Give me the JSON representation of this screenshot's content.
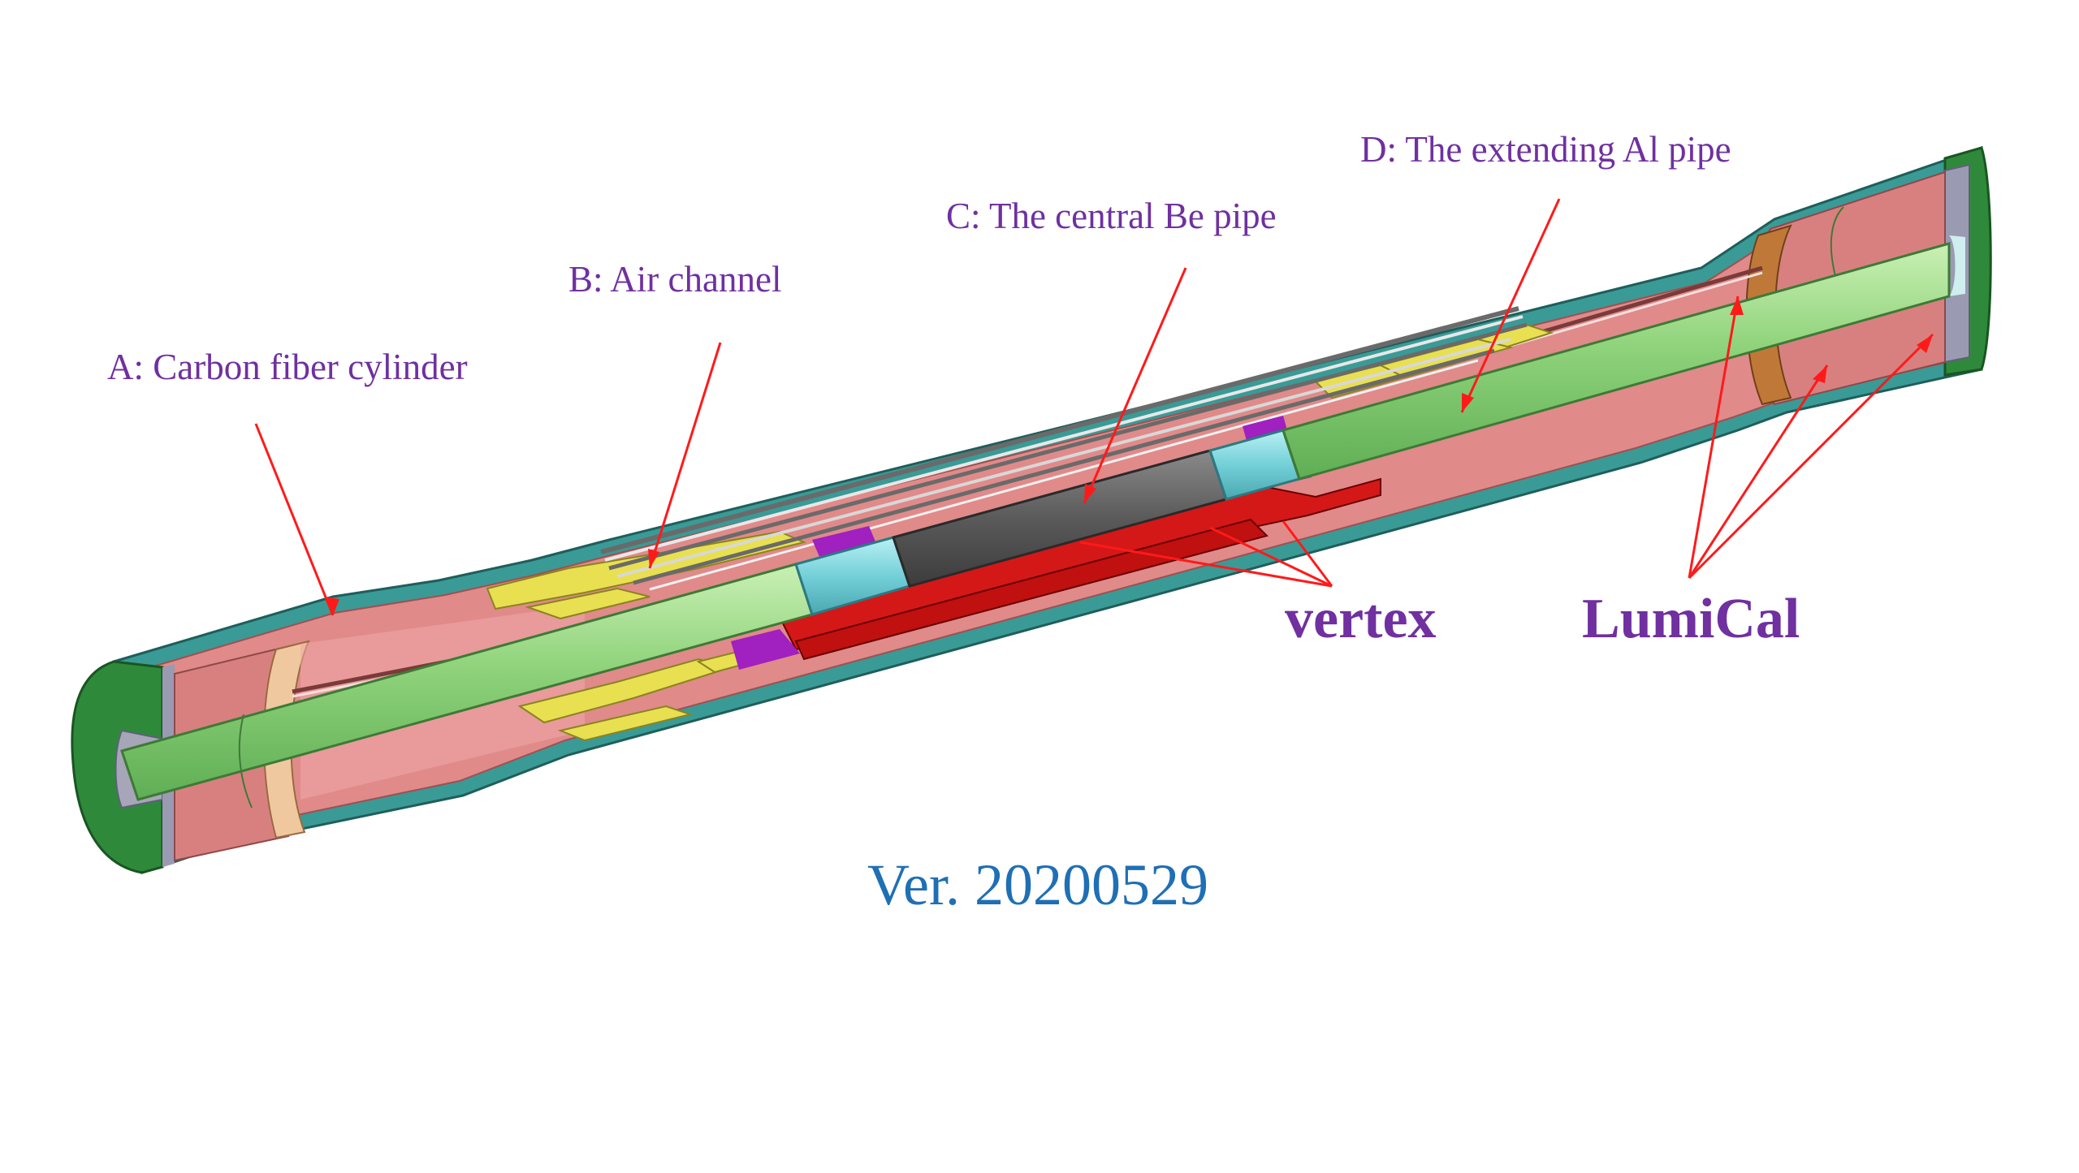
{
  "labels": {
    "a": "A: Carbon fiber cylinder",
    "b": "B: Air channel",
    "c": "C: The central Be pipe",
    "d": "D: The extending Al pipe",
    "vertex": "vertex",
    "lumical": "LumiCal",
    "version": "Ver. 20200529"
  },
  "colors": {
    "label_purple": "#7030a0",
    "version_blue": "#1f6fb5",
    "pointer_red": "#ff1a1a",
    "outer_shell_teal": "#3a9a96",
    "inner_salmon": "#e08a8a",
    "beam_pipe_green": "#8ed27a",
    "be_pipe_dark": "#5a5a5a",
    "pipe_cyan": "#74d0d8",
    "air_channel_yellow": "#e8e050",
    "vertex_red": "#d41818",
    "flange_green": "#2e8a3a"
  }
}
